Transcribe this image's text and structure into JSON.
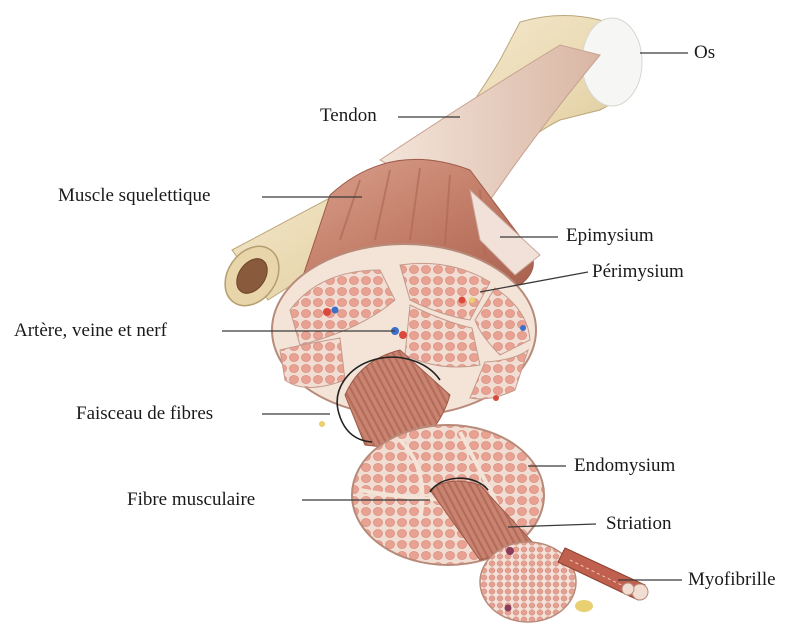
{
  "labels": {
    "os": "Os",
    "tendon": "Tendon",
    "muscle_squelettique": "Muscle squelettique",
    "epimysium": "Epimysium",
    "perimysium": "Périmysium",
    "artere_veine_nerf": "Artère, veine et nerf",
    "faisceau_de_fibres": "Faisceau de fibres",
    "endomysium": "Endomysium",
    "fibre_musculaire": "Fibre musculaire",
    "striation": "Striation",
    "myofibrille": "Myofibrille"
  },
  "colors": {
    "bone": "#efe3c2",
    "bone_shadow": "#d8c79c",
    "cartilage": "#f4f4f2",
    "tendon": "#ecd7c9",
    "muscle": "#c98672",
    "muscle_dark": "#a8604e",
    "section_bg": "#f3e4d7",
    "fiber": "#e8a89a",
    "fiber_dark": "#d48a7c",
    "leader": "#3a3a3a"
  }
}
